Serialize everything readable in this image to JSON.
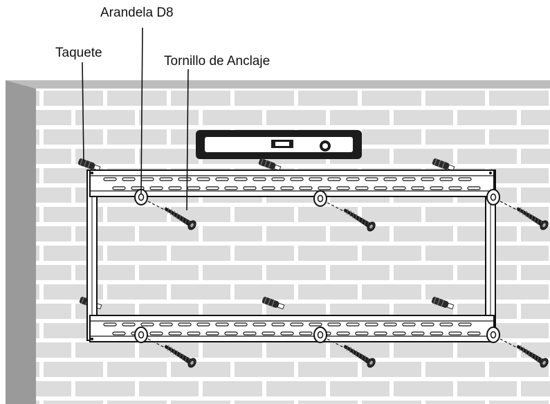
{
  "labels": {
    "arandela": "Arandela D8",
    "taquete": "Taquete",
    "tornillo": "Tornillo de Anclaje"
  },
  "colors": {
    "brick_face": "#dcdcdc",
    "mortar": "#ffffff",
    "wall_side": "#9a9a9a",
    "wall_top": "#bdbdbd",
    "ink": "#111111",
    "mount_face": "#ffffff"
  },
  "icons": {
    "level": "spirit-level-icon",
    "anchor": "wall-anchor-icon",
    "washer": "washer-icon",
    "screw": "screw-icon"
  }
}
